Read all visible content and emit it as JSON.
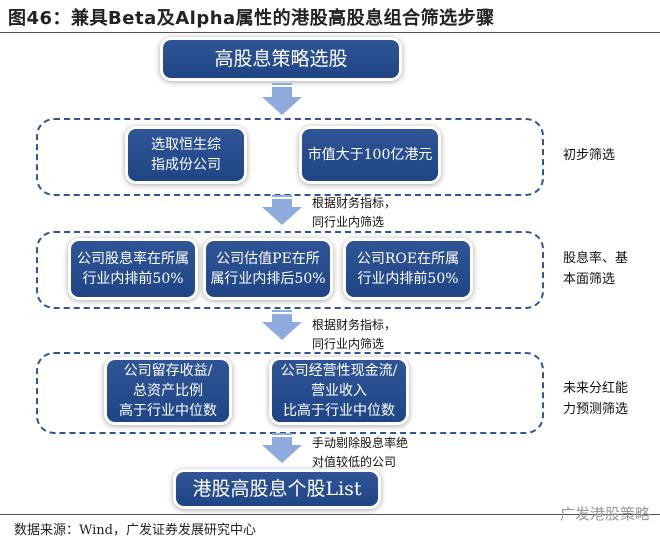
{
  "title": "图46：兼具Beta及Alpha属性的港股高股息组合筛选步骤",
  "top_box": "高股息策略选股",
  "stage1": {
    "boxes": [
      "选取恒生综\n指成份公司",
      "市值大于100亿港元"
    ],
    "side_label": "初步筛选"
  },
  "note1": "根据财务指标，\n同行业内筛选",
  "stage2": {
    "boxes": [
      "公司股息率在所属\n行业内排前50%",
      "公司估值PE在所\n属行业内排后50%",
      "公司ROE在所属\n行业内排前50%"
    ],
    "side_label": "股息率、基\n本面筛选"
  },
  "note2": "根据财务指标，\n同行业内筛选",
  "stage3": {
    "boxes": [
      "公司留存收益/\n总资产比例\n高于行业中位数",
      "公司经营性现金流/\n营业收入\n比高于行业中位数"
    ],
    "side_label": "未来分红能\n力预测筛选"
  },
  "note3": "手动剔除股息率绝\n对值较低的公司",
  "bottom_box": "港股高股息个股List",
  "source": "数据来源：Wind，广发证券发展研究中心",
  "watermark": "广发港股策略",
  "colors": {
    "box": "#2f5597",
    "arrow": "#8faadc",
    "dash": "#2f5597"
  }
}
